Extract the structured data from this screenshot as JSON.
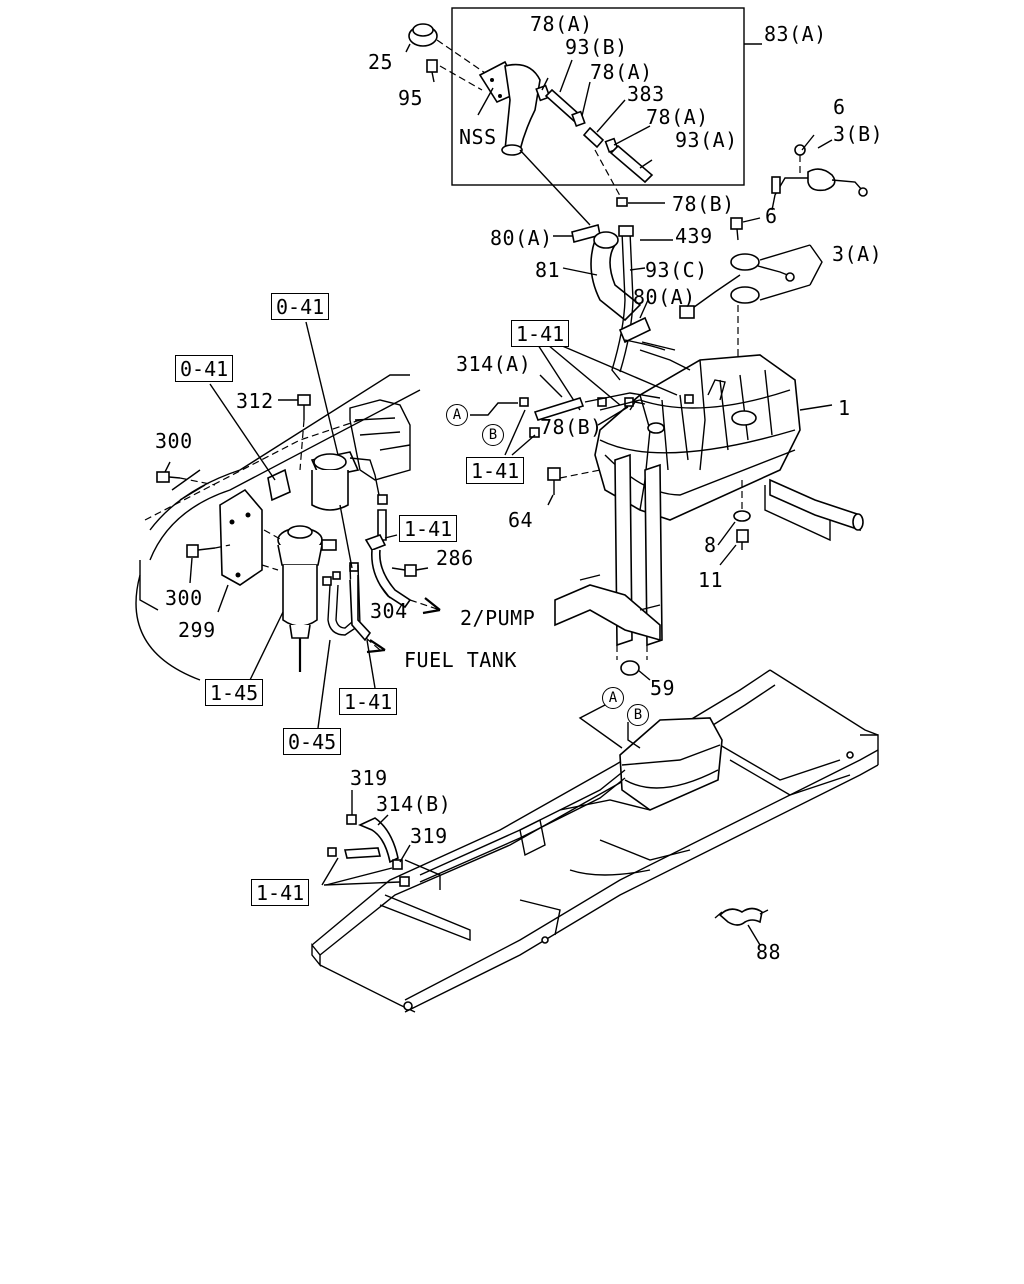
{
  "callouts": {
    "p25": "25",
    "p95": "95",
    "nss": "NSS",
    "p78a_1": "78(A)",
    "p93b": "93(B)",
    "p78a_2": "78(A)",
    "p383": "383",
    "p78a_3": "78(A)",
    "p93a": "93(A)",
    "p83a": "83(A)",
    "p6_1": "6",
    "p3b": "3(B)",
    "p78b_1": "78(B)",
    "p6_2": "6",
    "p80a_1": "80(A)",
    "p439": "439",
    "p3a": "3(A)",
    "p81": "81",
    "p93c": "93(C)",
    "p80a_2": "80(A)",
    "p314a": "314(A)",
    "p1": "1",
    "p312": "312",
    "p78b_2": "78(B)",
    "p300_1": "300",
    "p64": "64",
    "p8": "8",
    "p11": "11",
    "p286": "286",
    "p300_2": "300",
    "p304": "304",
    "p299": "299",
    "pump": "2/PUMP",
    "fuel_tank": "FUEL TANK",
    "p59": "59",
    "p319_1": "319",
    "p314b": "314(B)",
    "p319_2": "319",
    "p88": "88"
  },
  "ref_boxes": {
    "r041_top": "0-41",
    "r041_left": "0-41",
    "r141_top": "1-41",
    "r141_mid": "1-41",
    "r141_filter": "1-41",
    "r145": "1-45",
    "r141_lower": "1-41",
    "r045": "0-45",
    "r141_frame": "1-41"
  },
  "markers": {
    "a_top": "A",
    "b_top": "B",
    "a_frame": "A",
    "b_frame": "B"
  }
}
